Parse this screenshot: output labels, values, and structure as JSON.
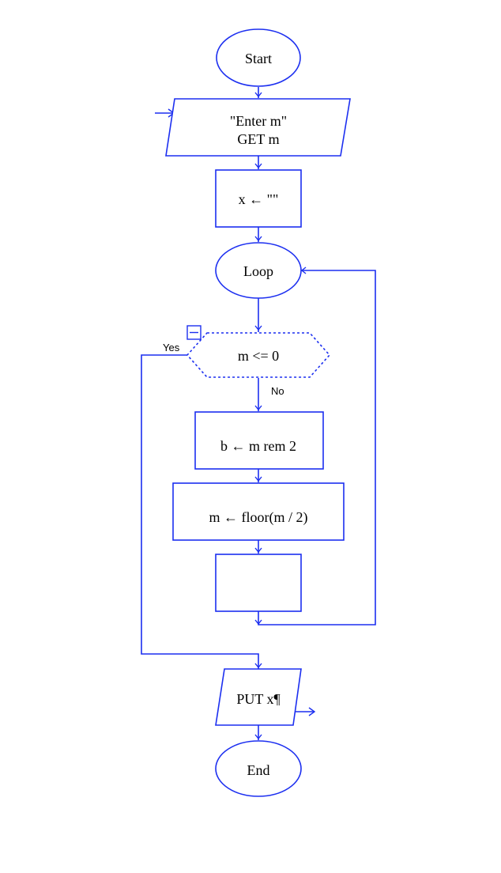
{
  "flowchart": {
    "start": "Start",
    "input": {
      "prompt": "\"Enter m\"",
      "statement": "GET m"
    },
    "assign_x": "x ← \"\"",
    "loop": "Loop",
    "decision": {
      "condition": "m <= 0",
      "yes": "Yes",
      "no": "No"
    },
    "assign_b": "b ← m rem 2",
    "assign_m": "m ← floor(m / 2)",
    "empty_block": "",
    "output": "PUT x¶",
    "end": "End"
  },
  "colors": {
    "stroke": "#1c2ff0",
    "text": "#000000",
    "background": "#ffffff"
  }
}
